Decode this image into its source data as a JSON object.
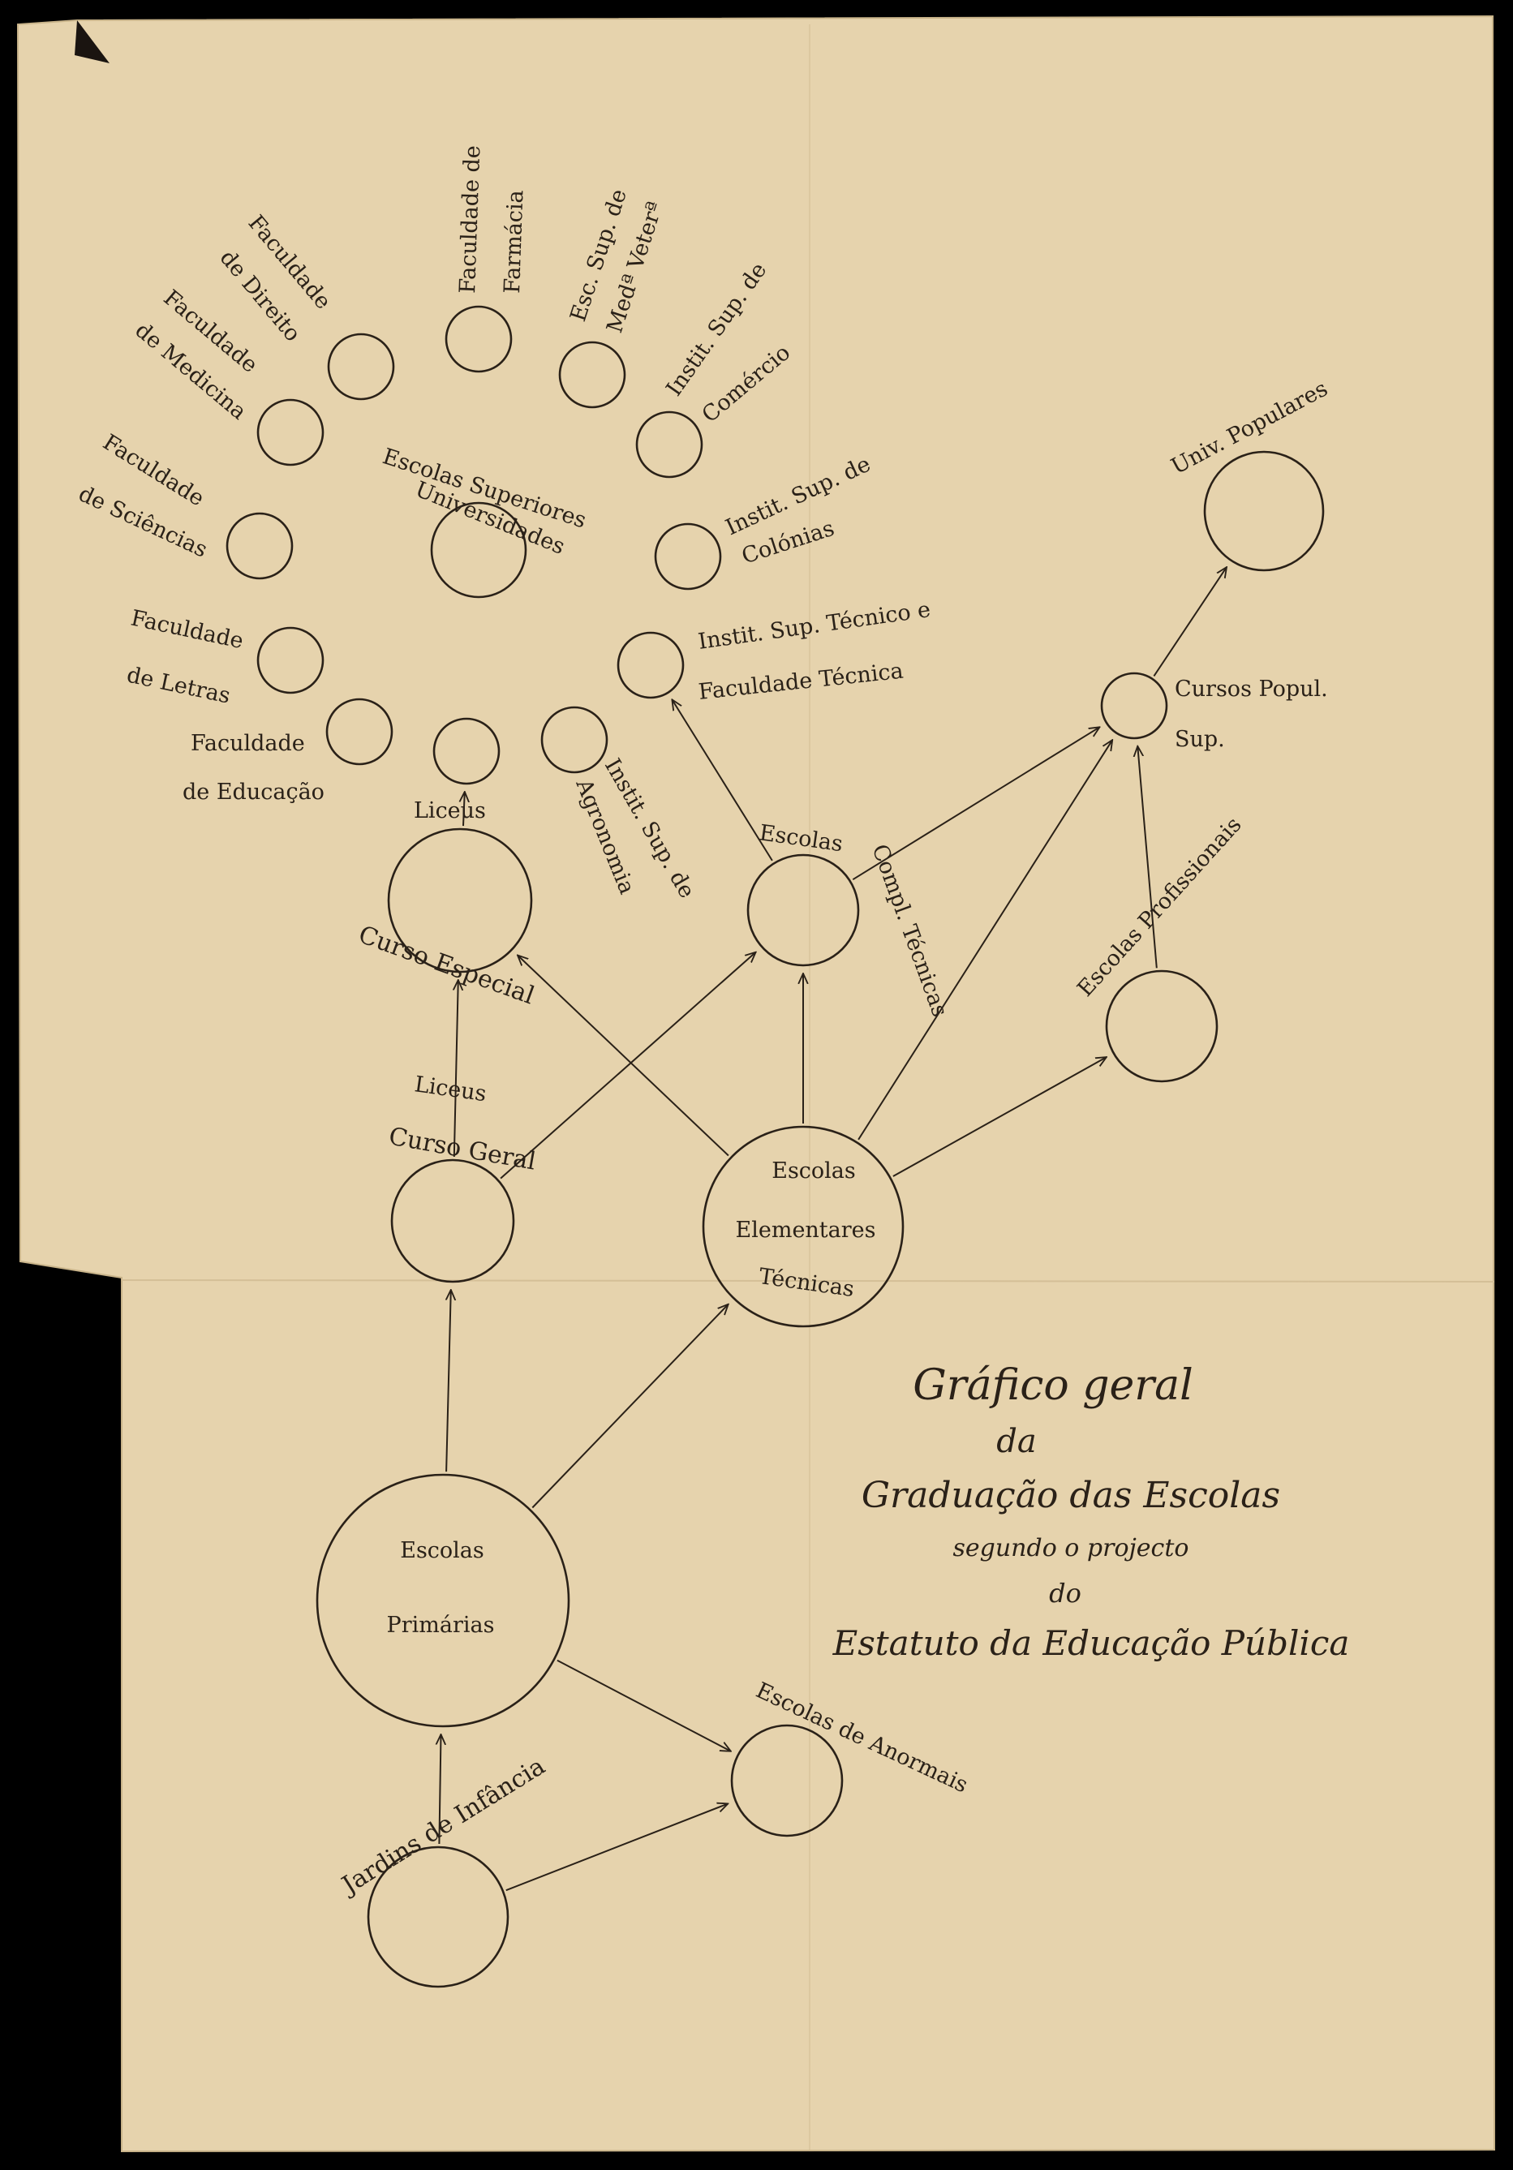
{
  "colors": {
    "paper": "#e6d3ad",
    "ink": "#2a2118",
    "background": "#000000"
  },
  "title": {
    "line1": "Gráfico geral",
    "line2": "da",
    "line3": "Graduação das Escolas",
    "line4": "segundo o projecto",
    "line5": "do",
    "line6": "Estatuto da Educação Pública"
  },
  "nodes": [
    {
      "id": "fac-direito",
      "label": [
        "Faculdade",
        "de Direito"
      ]
    },
    {
      "id": "fac-farmacia",
      "label": [
        "Faculdade de",
        "Farmácia"
      ]
    },
    {
      "id": "esc-veterinaria",
      "label": [
        "Esc. Sup. de",
        "Medª Veterª"
      ]
    },
    {
      "id": "fac-medicina",
      "label": [
        "Faculdade",
        "de Medicina"
      ]
    },
    {
      "id": "inst-comercio",
      "label": [
        "Instit. Sup. de",
        "Comércio"
      ]
    },
    {
      "id": "universidades",
      "label": [
        "Escolas Superiores",
        "Universidades"
      ]
    },
    {
      "id": "fac-ciencias",
      "label": [
        "Faculdade",
        "de Sciências"
      ]
    },
    {
      "id": "inst-colonias",
      "label": [
        "Instit. Sup. de",
        "Colónias"
      ]
    },
    {
      "id": "fac-letras",
      "label": [
        "Faculdade",
        "de Letras"
      ]
    },
    {
      "id": "inst-tecnico",
      "label": [
        "Instit. Sup. Técnico e",
        "Faculdade Técnica"
      ]
    },
    {
      "id": "fac-educacao",
      "label": [
        "Faculdade",
        "de Educação"
      ]
    },
    {
      "id": "liceus-small",
      "label": []
    },
    {
      "id": "inst-agronomia",
      "label": [
        "Instit. Sup. de",
        "Agronomia"
      ]
    },
    {
      "id": "univ-populares",
      "label": [
        "Univ. Populares"
      ]
    },
    {
      "id": "cursos-popul",
      "label": [
        "Cursos Popul.",
        "Sup."
      ]
    },
    {
      "id": "liceus-especial",
      "label": [
        "Liceus",
        "Curso Especial"
      ]
    },
    {
      "id": "escolas-compl",
      "label": [
        "Escolas",
        "Compl. Técnicas"
      ]
    },
    {
      "id": "escolas-profissionais",
      "label": [
        "Escolas Profissionais"
      ]
    },
    {
      "id": "liceus-geral",
      "label": [
        "Liceus",
        "Curso Geral"
      ]
    },
    {
      "id": "escolas-elementares",
      "label": [
        "Escolas",
        "Elementares",
        "Técnicas"
      ]
    },
    {
      "id": "escolas-primarias",
      "label": [
        "Escolas",
        "Primárias"
      ]
    },
    {
      "id": "escolas-anormais",
      "label": [
        "Escolas de Anormais"
      ]
    },
    {
      "id": "jardins-infancia",
      "label": [
        "Jardins de Infância"
      ]
    }
  ],
  "edges": [
    {
      "from": "jardins-infancia",
      "to": "escolas-primarias"
    },
    {
      "from": "jardins-infancia",
      "to": "escolas-anormais"
    },
    {
      "from": "escolas-primarias",
      "to": "escolas-anormais"
    },
    {
      "from": "escolas-primarias",
      "to": "liceus-geral"
    },
    {
      "from": "escolas-primarias",
      "to": "escolas-elementares"
    },
    {
      "from": "liceus-geral",
      "to": "liceus-especial"
    },
    {
      "from": "liceus-geral",
      "to": "escolas-compl"
    },
    {
      "from": "escolas-elementares",
      "to": "liceus-especial"
    },
    {
      "from": "escolas-elementares",
      "to": "escolas-compl"
    },
    {
      "from": "escolas-elementares",
      "to": "cursos-popul"
    },
    {
      "from": "escolas-elementares",
      "to": "escolas-profissionais"
    },
    {
      "from": "escolas-compl",
      "to": "cursos-popul"
    },
    {
      "from": "escolas-compl",
      "to": "inst-tecnico"
    },
    {
      "from": "escolas-profissionais",
      "to": "cursos-popul"
    },
    {
      "from": "cursos-popul",
      "to": "univ-populares"
    },
    {
      "from": "liceus-especial",
      "to": "liceus-small"
    }
  ]
}
